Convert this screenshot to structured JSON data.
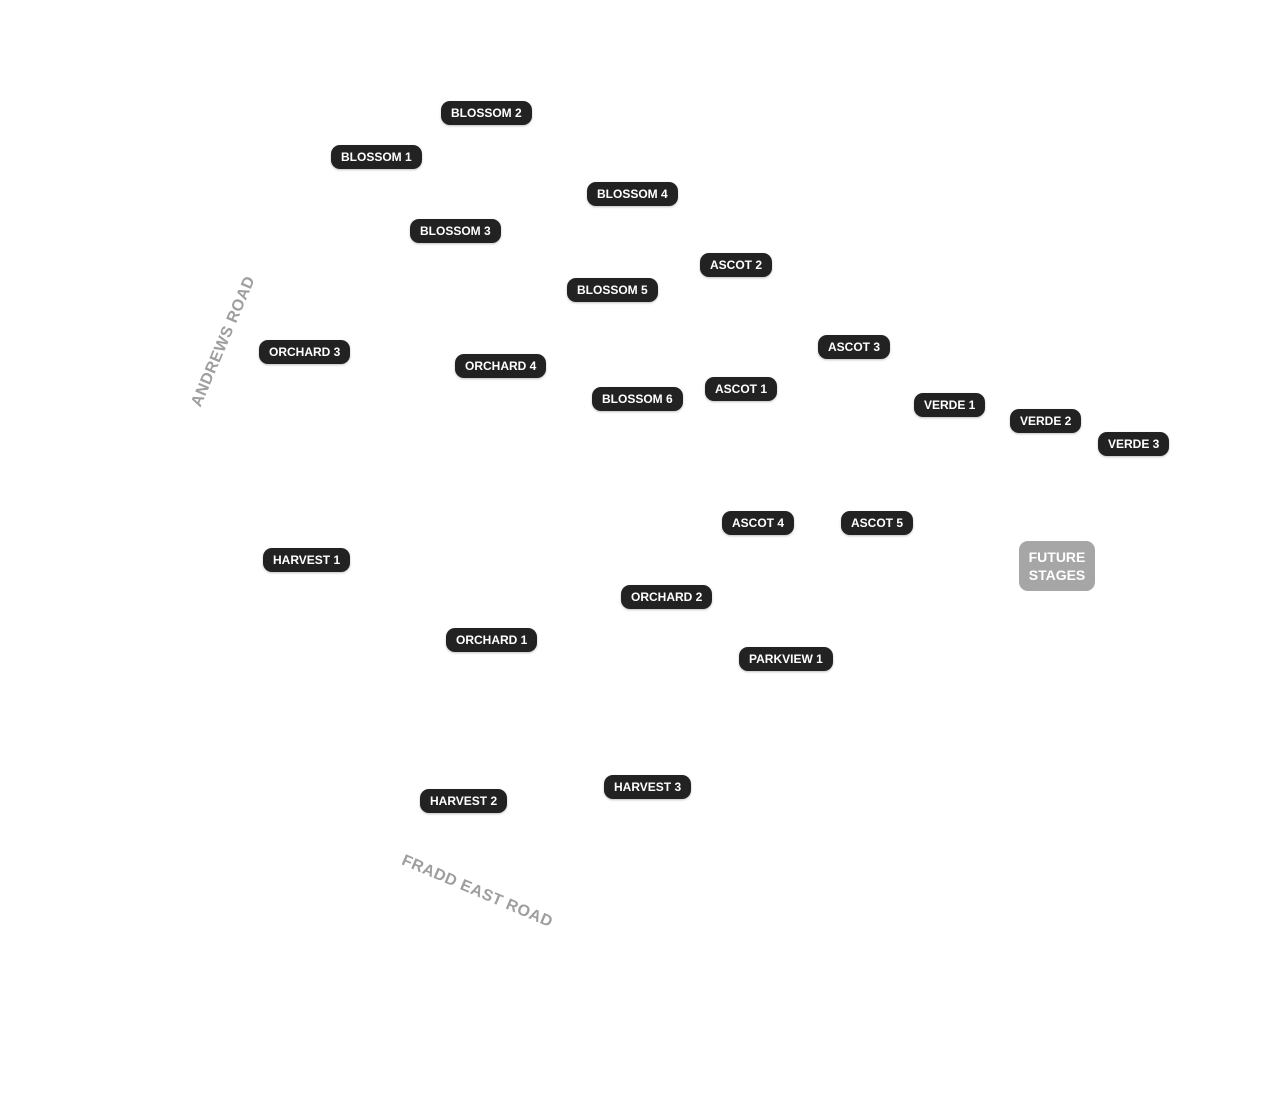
{
  "stages": {
    "blossom_1": "BLOSSOM 1",
    "blossom_2": "BLOSSOM 2",
    "blossom_3": "BLOSSOM 3",
    "blossom_4": "BLOSSOM 4",
    "blossom_5": "BLOSSOM 5",
    "blossom_6": "BLOSSOM 6",
    "orchard_1": "ORCHARD 1",
    "orchard_2": "ORCHARD 2",
    "orchard_3": "ORCHARD 3",
    "orchard_4": "ORCHARD 4",
    "ascot_1": "ASCOT 1",
    "ascot_2": "ASCOT 2",
    "ascot_3": "ASCOT 3",
    "ascot_4": "ASCOT 4",
    "ascot_5": "ASCOT 5",
    "verde_1": "VERDE 1",
    "verde_2": "VERDE 2",
    "verde_3": "VERDE 3",
    "harvest_1": "HARVEST 1",
    "harvest_2": "HARVEST 2",
    "harvest_3": "HARVEST 3",
    "parkview_1": "PARKVIEW 1"
  },
  "future_stages": {
    "line1": "FUTURE",
    "line2": "STAGES"
  },
  "roads": {
    "andrews": "ANDREWS ROAD",
    "fradd_east": "FRADD EAST ROAD"
  },
  "colors": {
    "stage_fill": "#222222",
    "stage_text": "#ffffff",
    "future_fill": "#a6a6a6",
    "road_text": "#9e9e9e",
    "background": "#ffffff"
  }
}
